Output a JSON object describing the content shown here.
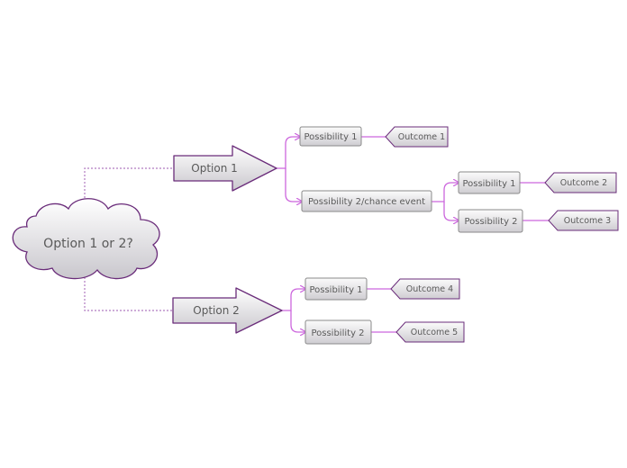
{
  "root": {
    "label": "Option 1 or 2?"
  },
  "options": [
    {
      "label": "Option 1",
      "possibilities": [
        {
          "label": "Possibility 1",
          "outcome": "Outcome 1"
        },
        {
          "label": "Possibility 2/chance event",
          "possibilities": [
            {
              "label": "Possibility 1",
              "outcome": "Outcome 2"
            },
            {
              "label": "Possibility 2",
              "outcome": "Outcome 3"
            }
          ]
        }
      ]
    },
    {
      "label": "Option 2",
      "possibilities": [
        {
          "label": "Possibility 1",
          "outcome": "Outcome 4"
        },
        {
          "label": "Possibility 2",
          "outcome": "Outcome 5"
        }
      ]
    }
  ],
  "colors": {
    "connector": "#cc66dd",
    "dotted_link": "#b07ac0",
    "shape_border": "#6a2c7a",
    "box_border": "#8a8a8a",
    "fill_top": "#ffffff",
    "fill_bottom": "#c9c7cd",
    "text": "#5a5a5a"
  }
}
